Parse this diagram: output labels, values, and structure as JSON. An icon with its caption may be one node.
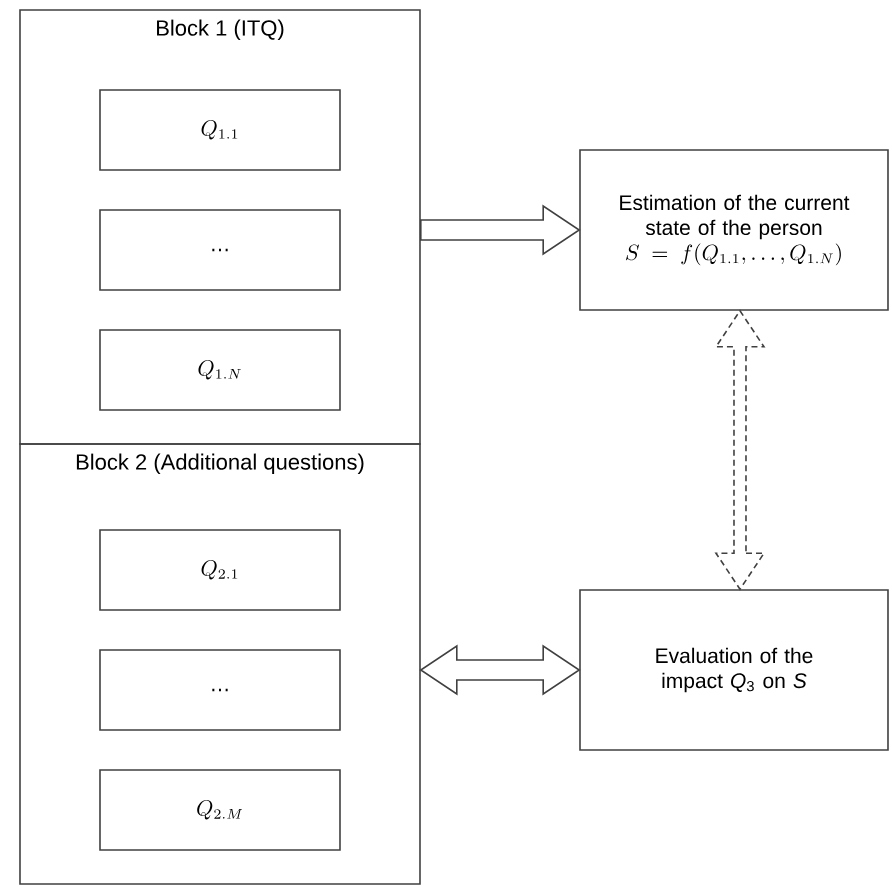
{
  "diagram": {
    "nodes": [
      {
        "text": [
          "Block 1 (ITQ)"
        ]
      },
      {
        "text": [
          "Q_{1.1}"
        ],
        "in": 0
      },
      {
        "text": [
          "…"
        ],
        "in": 0
      },
      {
        "text": [
          "Q_{1.N}"
        ],
        "in": 0
      },
      {
        "text": [
          "Block 2 (Additional questions)"
        ]
      },
      {
        "text": [
          "Q_{2.1}"
        ],
        "in": 4
      },
      {
        "text": [
          "…"
        ],
        "in": 4
      },
      {
        "text": [
          "Q_{2.M}"
        ],
        "in": 4
      },
      {
        "text": [
          "Estimation of the current state of the person",
          "S = f(Q_{1.1}, \\ldots, Q_{1.N})"
        ]
      },
      {
        "text": [
          "Evaluation of the impact *Q*$_{3}$ on *S*"
        ]
      }
    ],
    "edges": [
      {
        "from": 0,
        "to": 8,
        "arrow": "to"
      },
      {
        "from": 4,
        "to": 9,
        "arrow": "both"
      },
      {
        "from": 8,
        "to": 9,
        "arrow": "both",
        "style": "dashed"
      }
    ]
  }
}
